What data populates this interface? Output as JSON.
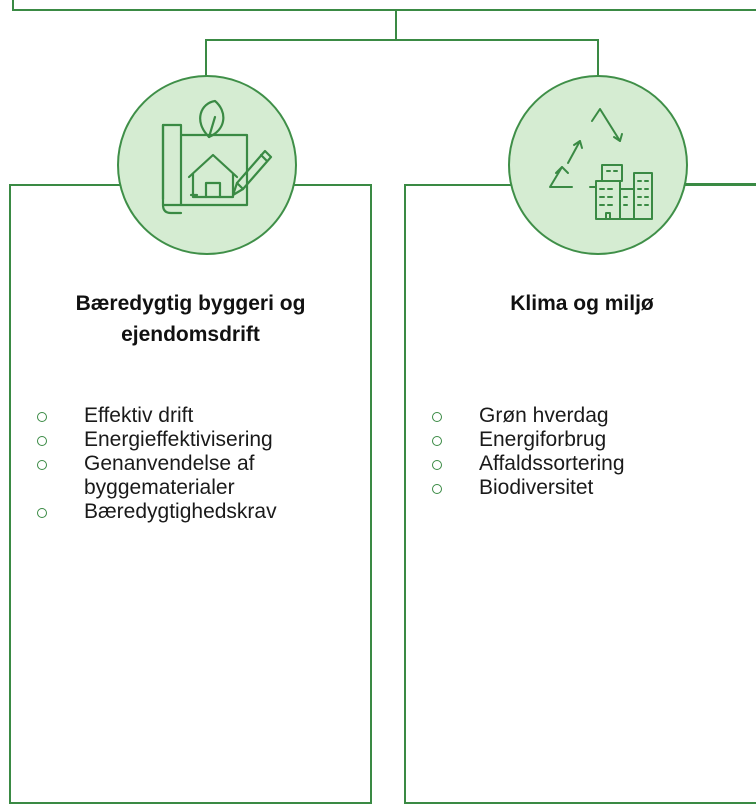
{
  "columns": [
    {
      "title": "Bæredygtig byggeri og ejendomsdrift",
      "icon": "blueprint-house-leaf-pencil-icon",
      "items": [
        "Effektiv drift",
        "Energieffektivisering",
        "Genanvendelse af byggematerialer",
        "Bæredygtighedskrav"
      ]
    },
    {
      "title": "Klima og miljø",
      "icon": "recycle-city-buildings-icon",
      "items": [
        "Grøn hverdag",
        "Energiforbrug",
        "Affaldssortering",
        "Biodiversitet"
      ]
    }
  ],
  "colors": {
    "accent": "#3a8a44",
    "circle_fill": "#d5ecd2",
    "text": "#111111"
  }
}
